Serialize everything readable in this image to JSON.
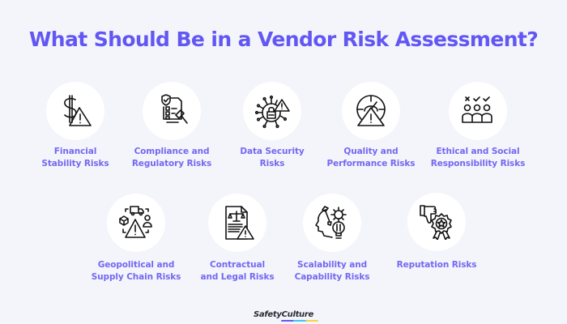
{
  "title": "What Should Be in a Vendor Risk Assessment?",
  "colors": {
    "background": "#F3F5FA",
    "title": "#6357F4",
    "label": "#7368F2",
    "circle": "#FFFFFF",
    "icon_stroke": "#111111"
  },
  "items": [
    {
      "label_line1": "Financial",
      "label_line2": "Stability Risks",
      "icon": "dollar-warning-icon"
    },
    {
      "label_line1": "Compliance and",
      "label_line2": "Regulatory Risks",
      "icon": "checklist-gavel-icon"
    },
    {
      "label_line1": "Data Security",
      "label_line2": "Risks",
      "icon": "circuit-lock-icon"
    },
    {
      "label_line1": "Quality and",
      "label_line2": "Performance Risks",
      "icon": "gauge-warning-icon"
    },
    {
      "label_line1": "Ethical and Social",
      "label_line2": "Responsibility Risks",
      "icon": "people-vote-icon"
    },
    {
      "label_line1": "Geopolitical and",
      "label_line2": "Supply Chain Risks",
      "icon": "supply-chain-warning-icon"
    },
    {
      "label_line1": "Contractual",
      "label_line2": "and Legal Risks",
      "icon": "contract-scales-icon"
    },
    {
      "label_line1": "Scalability and",
      "label_line2": "Capability Risks",
      "icon": "head-gear-bulb-icon"
    },
    {
      "label_line1": "Reputation Risks",
      "label_line2": "",
      "icon": "thumbs-down-badge-icon"
    }
  ],
  "footer": {
    "logo_text": "SafetyCulture"
  }
}
